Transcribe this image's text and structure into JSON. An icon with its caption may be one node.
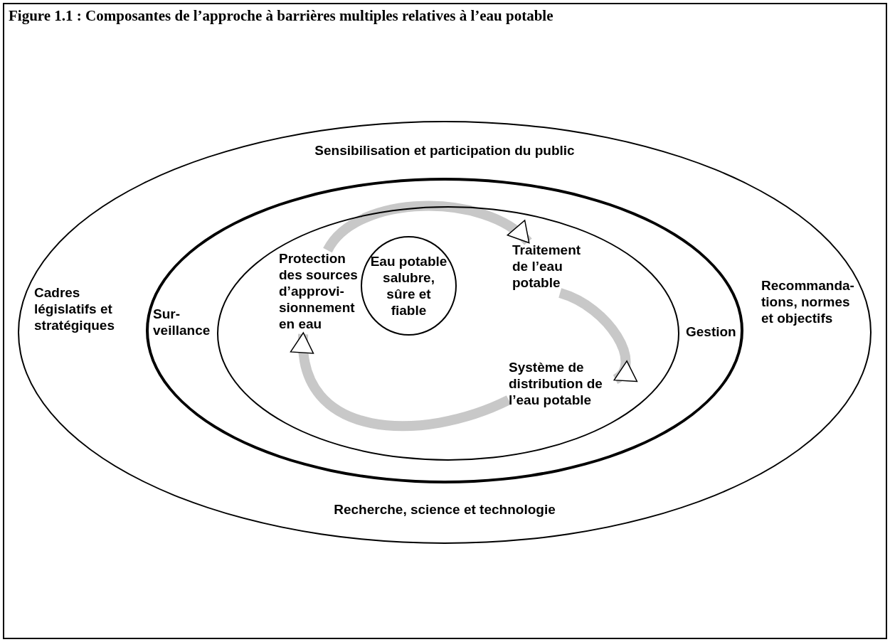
{
  "diagram": {
    "title": "Figure 1.1 : Composantes de l’approche à barrières multiples relatives à l’eau potable",
    "nodes": [
      {
        "text": [
          "Sensibilisation et participation du public",
          "Cadres législatifs et stratégiques",
          "Recommanda-tions, normes et objectifs",
          "Recherche, science et technologie"
        ]
      },
      {
        "text": [
          "Sur-veillance",
          "Gestion"
        ],
        "in": 0
      },
      {
        "text": [],
        "shape": "circle",
        "in": 1
      },
      {
        "text": [
          "Protection des sources d’approvi-sionnement en eau"
        ],
        "in": 2
      },
      {
        "text": [
          "Traitement de l’eau potable"
        ],
        "in": 2
      },
      {
        "text": [
          "Système de distribution de l’eau potable"
        ],
        "in": 2
      },
      {
        "text": [
          "Eau potable salubre, sûre et fiable"
        ],
        "in": 2
      }
    ],
    "edges": [
      {
        "from": 3,
        "to": 4,
        "arrow": "to"
      },
      {
        "from": 4,
        "to": 5,
        "arrow": "to"
      },
      {
        "from": 5,
        "to": 3,
        "arrow": "to"
      }
    ]
  }
}
